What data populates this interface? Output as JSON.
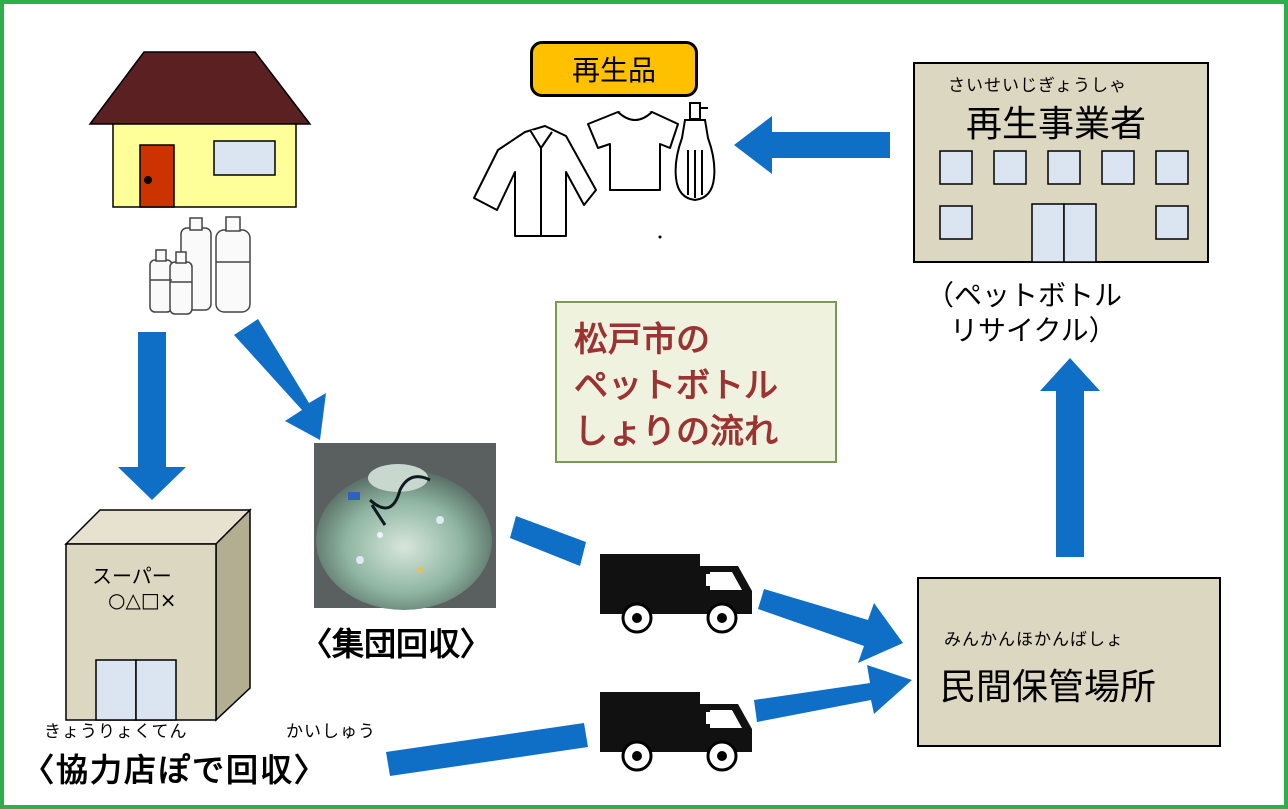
{
  "title": [
    "松戸市の",
    "ペットボトル",
    "しょりの流れ"
  ],
  "products": {
    "label": "再生品"
  },
  "recycler": {
    "ruby": "さいせいじぎょうしゃ",
    "name": "再生事業者",
    "note_line1": "（ペットボトル",
    "note_line2": "リサイクル）"
  },
  "group_collection": {
    "label": "〈集団回収〉"
  },
  "store": {
    "sign_line1": "スーパー",
    "sign_line2": "○△□×",
    "ruby1": "きょうりょくてん",
    "ruby2": "かいしゅう",
    "label": "〈協力店ぽで回収〉"
  },
  "storage": {
    "ruby": "みんかんほかんばしょ",
    "name": "民間保管場所"
  },
  "colors": {
    "arrow": "#0f6fc6",
    "border": "#2db04b",
    "building": "#dcd7c0",
    "window": "#dbe5f1",
    "house_roof": "#5b2122",
    "house_wall": "#ffff99",
    "door": "#cc3300",
    "badge": "#ffc000",
    "title_text": "#9b3333",
    "title_bg": "#eef2df"
  },
  "icons": [
    "house-icon",
    "bottles-icon",
    "clothes-icon",
    "tshirt-icon",
    "spray-bottle-icon",
    "truck-icon",
    "garbage-bag-photo"
  ]
}
